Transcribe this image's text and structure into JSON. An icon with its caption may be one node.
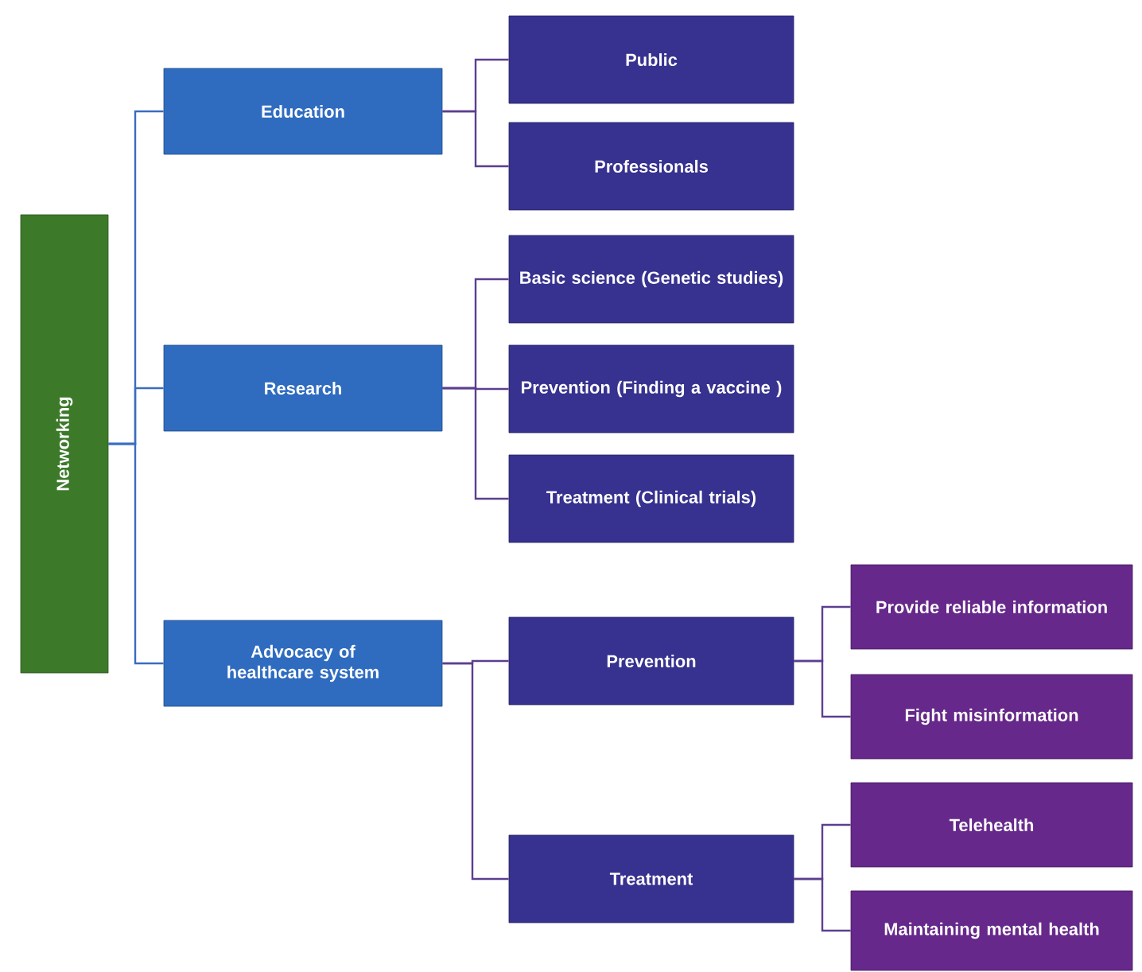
{
  "diagram": {
    "nodes": [
      {
        "text": [
          "Networking"
        ]
      },
      {
        "text": [
          "Education"
        ]
      },
      {
        "text": [
          "Research"
        ]
      },
      {
        "text": [
          "Advocacy of healthcare system"
        ]
      },
      {
        "text": [
          "Public"
        ]
      },
      {
        "text": [
          "Professionals"
        ]
      },
      {
        "text": [
          "Basic science (Genetic studies)"
        ]
      },
      {
        "text": [
          "Prevention (Finding a vaccine )"
        ]
      },
      {
        "text": [
          "Treatment (Clinical trials)"
        ]
      },
      {
        "text": [
          "Prevention"
        ]
      },
      {
        "text": [
          "Treatment"
        ]
      },
      {
        "text": [
          "Provide reliable information"
        ]
      },
      {
        "text": [
          "Fight misinformation"
        ]
      },
      {
        "text": [
          "Telehealth"
        ]
      },
      {
        "text": [
          "Maintaining mental health"
        ]
      }
    ],
    "edges": [
      {
        "from": 0,
        "to": 1,
        "arrow": "none",
        "color": "#3a6cc0"
      },
      {
        "from": 0,
        "to": 2,
        "arrow": "none",
        "color": "#3a6cc0"
      },
      {
        "from": 0,
        "to": 3,
        "arrow": "none",
        "color": "#3a6cc0"
      },
      {
        "from": 1,
        "to": 4,
        "arrow": "none"
      },
      {
        "from": 1,
        "to": 5,
        "arrow": "none"
      },
      {
        "from": 2,
        "to": 6,
        "arrow": "none"
      },
      {
        "from": 2,
        "to": 7,
        "arrow": "none"
      },
      {
        "from": 2,
        "to": 8,
        "arrow": "none"
      },
      {
        "from": 3,
        "to": 9,
        "arrow": "none"
      },
      {
        "from": 3,
        "to": 10,
        "arrow": "none"
      },
      {
        "from": 9,
        "to": 11,
        "arrow": "none"
      },
      {
        "from": 9,
        "to": 12,
        "arrow": "none"
      },
      {
        "from": 10,
        "to": 13,
        "arrow": "none"
      },
      {
        "from": 10,
        "to": 14,
        "arrow": "none"
      }
    ]
  }
}
